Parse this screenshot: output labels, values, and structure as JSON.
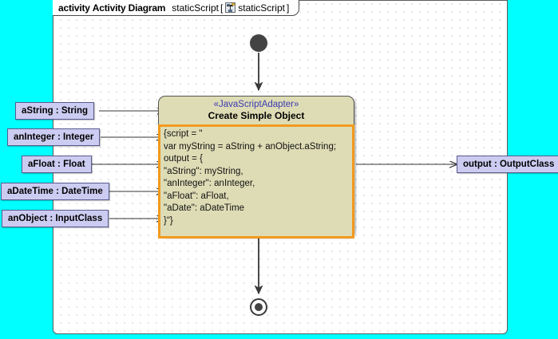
{
  "frame": {
    "keyword": "activity",
    "diagram_name": "Activity Diagram",
    "parameter": "staticScript",
    "bracket_open": "[",
    "bracket_close": "]",
    "inner_name": "staticScript",
    "icon": "activity-diagram-icon"
  },
  "action": {
    "stereotype": "«JavaScriptAdapter»",
    "title": "Create Simple Object",
    "script_lines": [
      "{script = \"",
      "var myString = aString + anObject.aString;",
      "output = {",
      "\"aString\": myString,",
      "\"anInteger\": anInteger,",
      "\"aFloat\": aFloat,",
      "\"aDate\": aDateTime",
      "}\"}"
    ]
  },
  "input_pins": [
    {
      "label": "aString : String"
    },
    {
      "label": "anInteger : Integer"
    },
    {
      "label": "aFloat : Float"
    },
    {
      "label": "aDateTime : DateTime"
    },
    {
      "label": "anObject : InputClass"
    }
  ],
  "output_pins": [
    {
      "label": "output : OutputClass"
    }
  ],
  "nodes": {
    "initial": "initial-node",
    "final": "activity-final-node"
  },
  "colors": {
    "background": "#00ffff",
    "canvas": "#ffffff",
    "action_fill": "#dedcb5",
    "selection": "#f29a1e",
    "pin_fill": "#ccccf2",
    "pin_border": "#5a5a8f",
    "stereotype_text": "#3a3ab0",
    "edge": "#3a3a3a"
  }
}
